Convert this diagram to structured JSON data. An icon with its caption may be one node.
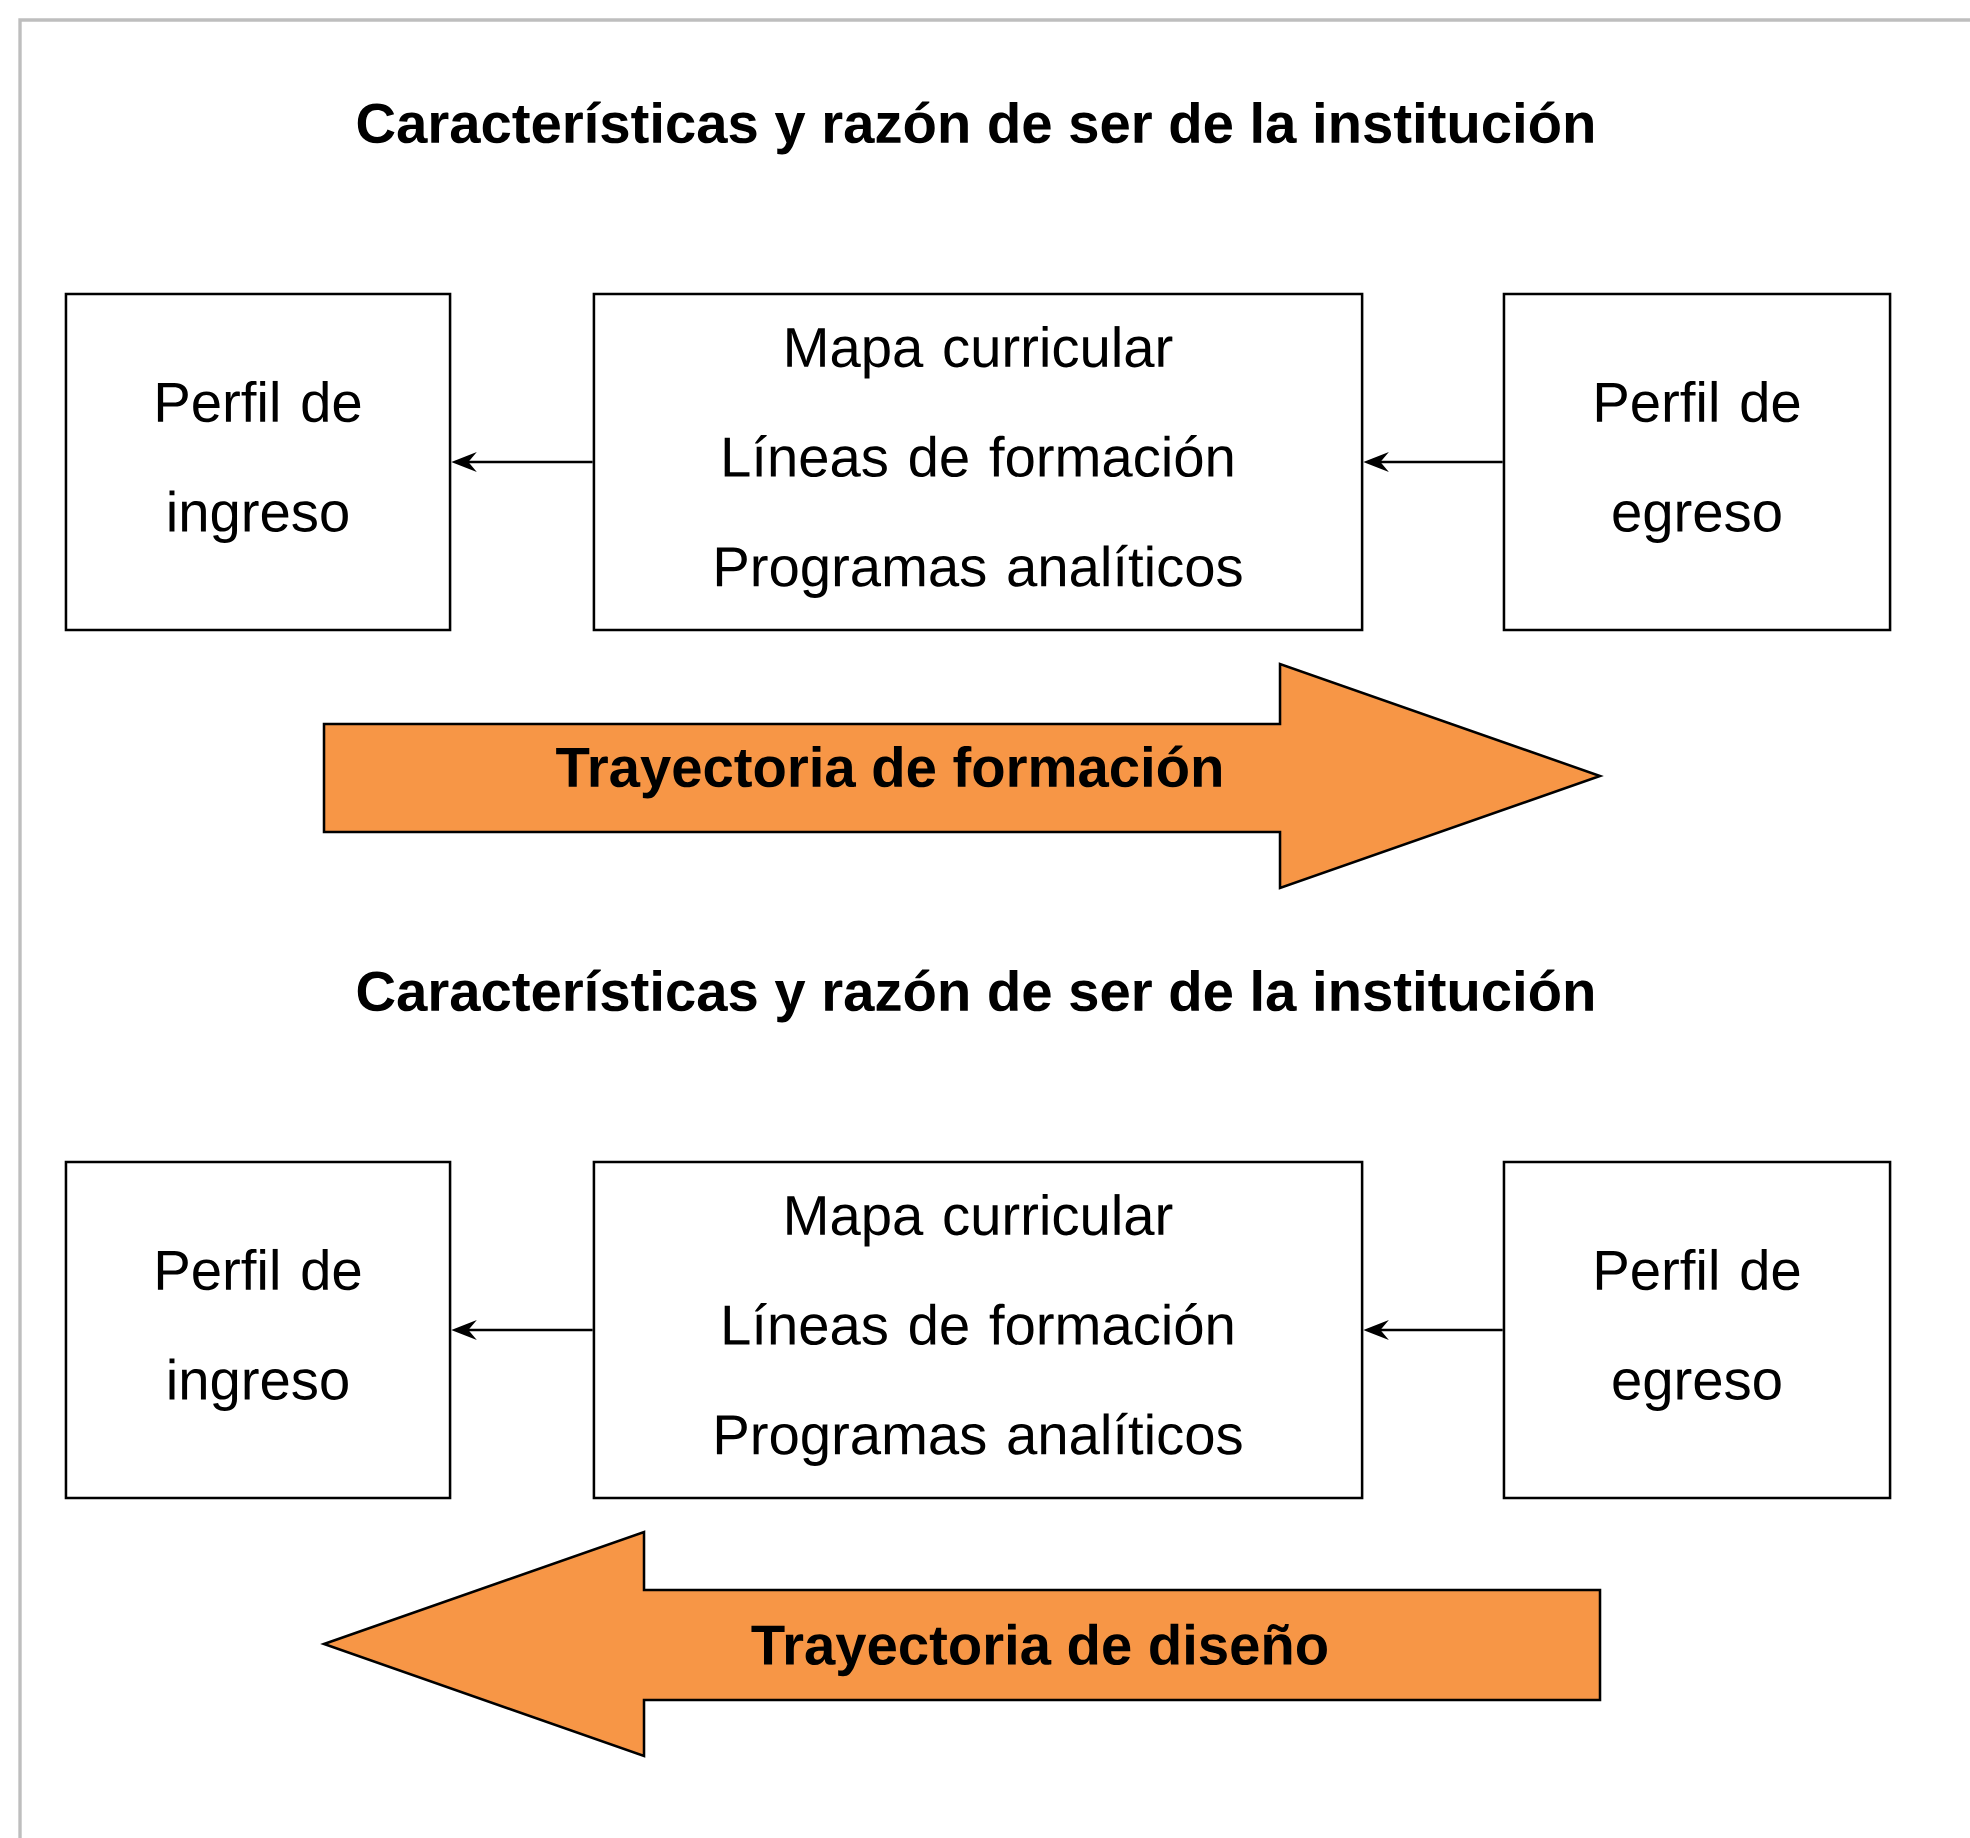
{
  "diagram": {
    "nodes": [
      {
        "text": [
          "Perfil de ingreso"
        ]
      },
      {
        "text": [
          "Mapa curricular",
          "Líneas de formación",
          "Programas analíticos"
        ]
      },
      {
        "text": [
          "Perfil de egreso"
        ]
      },
      {
        "text": [
          "Trayectoria de formación"
        ]
      },
      {
        "text": [
          "Perfil de ingreso"
        ]
      },
      {
        "text": [
          "Mapa curricular",
          "Líneas de formación",
          "Programas analíticos"
        ]
      },
      {
        "text": [
          "Perfil de egreso"
        ]
      },
      {
        "text": [
          "Trayectoria de diseño"
        ]
      }
    ],
    "edges": [
      {
        "from": 1,
        "to": 0,
        "arrow": "to"
      },
      {
        "from": 2,
        "to": 1,
        "arrow": "to"
      },
      {
        "from": 5,
        "to": 4,
        "arrow": "to"
      },
      {
        "from": 6,
        "to": 5,
        "arrow": "to"
      }
    ],
    "labels": [
      "Características y razón de ser de la institución",
      "Características y razón de ser de la institución"
    ]
  }
}
